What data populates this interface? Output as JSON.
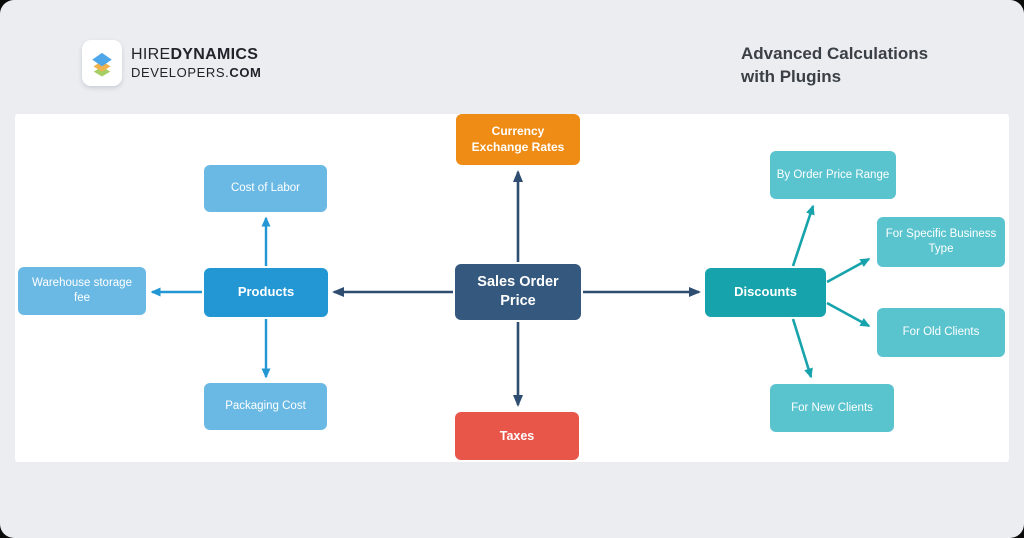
{
  "header": {
    "logo": {
      "brand_regular": "HIRE",
      "brand_bold": "DYNAMICS",
      "domain_regular": "DEVELOPERS.",
      "domain_bold": "COM",
      "icon": "stacked-layers-icon"
    },
    "title_line1": "Advanced Calculations",
    "title_line2": "with Plugins"
  },
  "colors": {
    "page_background": "#ecedf1",
    "panel_background": "#ffffff",
    "center_node": "#35597e",
    "orange_node": "#ef8c15",
    "red_node": "#e8564a",
    "blue_node": "#2297d4",
    "light_blue_node": "#6ab9e4",
    "teal_node": "#16a3ab",
    "light_teal_node": "#59c3ce",
    "arrow_navy": "#2e4d71",
    "arrow_blue": "#2297d4",
    "arrow_teal": "#16a3ab"
  },
  "diagram": {
    "nodes": {
      "sales_order_price": "Sales Order Price",
      "currency_exchange_rates": "Currency Exchange Rates",
      "taxes": "Taxes",
      "products": "Products",
      "cost_of_labor": "Cost of Labor",
      "warehouse_storage_fee": "Warehouse storage fee",
      "packaging_cost": "Packaging Cost",
      "discounts": "Discounts",
      "by_order_price_range": "By Order Price Range",
      "for_specific_business_type": "For Specific Business Type",
      "for_old_clients": "For Old Clients",
      "for_new_clients": "For New Clients"
    }
  }
}
